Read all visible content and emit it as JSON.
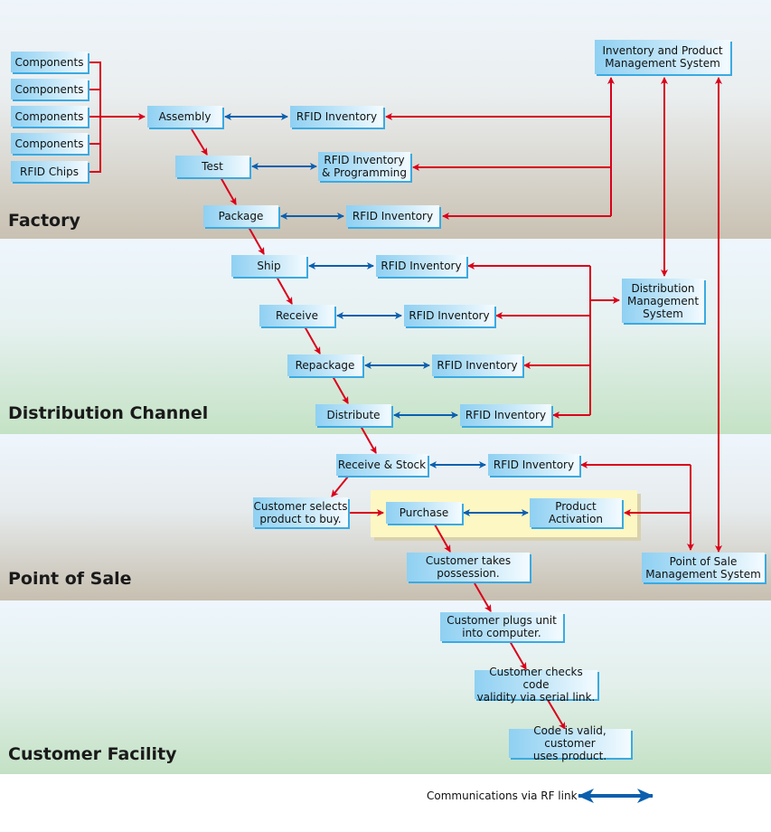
{
  "zones": {
    "factory": "Factory",
    "distribution": "Distribution Channel",
    "pos": "Point of Sale",
    "customer": "Customer Facility"
  },
  "nodes": {
    "components_1": "Components",
    "components_2": "Components",
    "components_3": "Components",
    "components_4": "Components",
    "rfid_chips": "RFID Chips",
    "assembly": "Assembly",
    "test": "Test",
    "package": "Package",
    "rfid_inv_assembly": "RFID Inventory",
    "rfid_inv_prog": "RFID Inventory\n& Programming",
    "rfid_inv_package": "RFID Inventory",
    "ipms": "Inventory and Product\nManagement System",
    "ship": "Ship",
    "receive": "Receive",
    "repackage": "Repackage",
    "distribute": "Distribute",
    "rfid_inv_ship": "RFID Inventory",
    "rfid_inv_receive": "RFID Inventory",
    "rfid_inv_repackage": "RFID Inventory",
    "rfid_inv_distribute": "RFID Inventory",
    "dms": "Distribution\nManagement\nSystem",
    "receive_stock": "Receive & Stock",
    "rfid_inv_stock": "RFID Inventory",
    "customer_selects": "Customer selects\nproduct to buy.",
    "purchase": "Purchase",
    "product_activation": "Product\nActivation",
    "customer_takes": "Customer takes\npossession.",
    "posms": "Point of Sale\nManagement System",
    "customer_plugs": "Customer plugs unit\ninto computer.",
    "customer_checks": "Customer checks code\nvalidity via serial link.",
    "code_valid": "Code is valid, customer\nuses product."
  },
  "legend": {
    "label": "Communications via RF link",
    "color": "#0b5fae"
  },
  "colors": {
    "flow": "#d9001b",
    "rf_link": "#0b5fae"
  }
}
